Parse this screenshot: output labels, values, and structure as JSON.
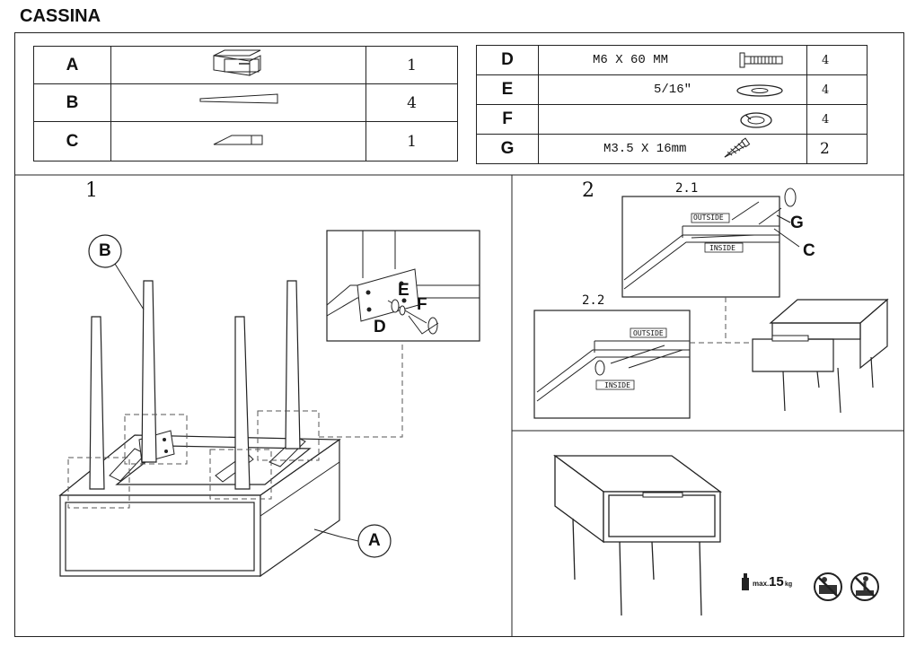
{
  "header": {
    "title": "CASSINA"
  },
  "parts_left": [
    {
      "letter": "A",
      "qty": "1",
      "icon": "drawer-box-icon"
    },
    {
      "letter": "B",
      "qty": "4",
      "icon": "tapered-leg-icon"
    },
    {
      "letter": "C",
      "qty": "1",
      "icon": "wedge-runner-icon"
    }
  ],
  "parts_right": [
    {
      "letter": "D",
      "spec": "M6 X 60 MM",
      "qty": "4",
      "icon": "bolt-icon"
    },
    {
      "letter": "E",
      "spec": "5/16\"",
      "qty": "4",
      "icon": "flat-washer-icon"
    },
    {
      "letter": "F",
      "spec": "",
      "qty": "4",
      "icon": "spring-washer-icon"
    },
    {
      "letter": "G",
      "spec": "M3.5 X 16mm",
      "qty": "2",
      "icon": "screw-icon"
    }
  ],
  "step1": {
    "number": "1",
    "callout_b": "B",
    "callout_a": "A",
    "detail_e": "E",
    "detail_f": "F",
    "detail_d": "D"
  },
  "step2": {
    "number": "2",
    "sub1": "2.1",
    "sub2": "2.2",
    "outside": "OUTSIDE",
    "inside": "INSIDE",
    "callout_g": "G",
    "callout_c": "C"
  },
  "load": {
    "prefix": "max.",
    "value": "15",
    "unit": "kg"
  },
  "colors": {
    "line": "#222222",
    "dash": "#555555",
    "fill_dark": "#2a2a2a"
  }
}
